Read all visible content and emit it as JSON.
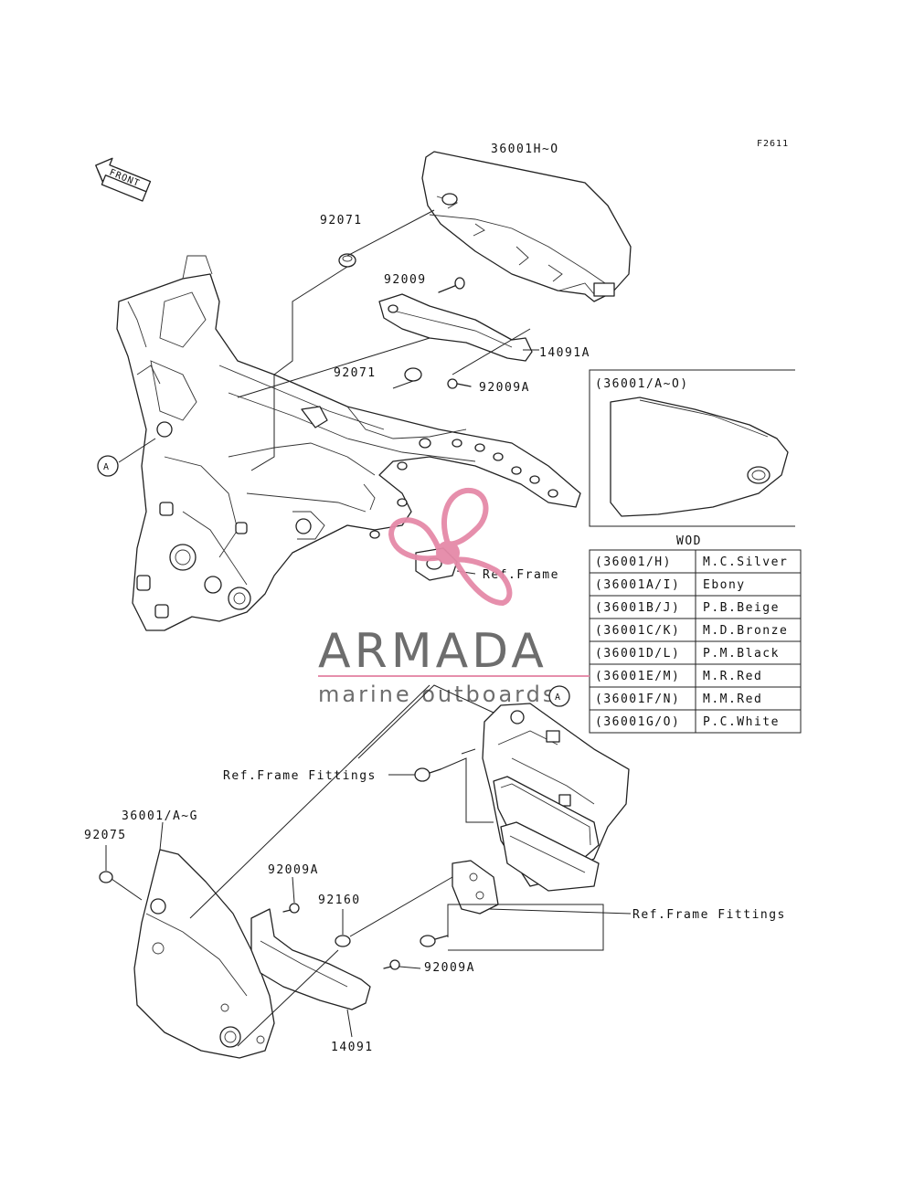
{
  "figure_code": "F2611",
  "front_marker": "FRONT",
  "circle_ref": "A",
  "labels": {
    "cover_top_part": "36001H~O",
    "bushing_upper": "92071",
    "bolt_upper": "92009",
    "bracket_upper": "14091A",
    "bushing_lower": "92071",
    "bolt_upper_a": "92009A",
    "ref_frame": "Ref.Frame",
    "ref_frame_fittings_left": "Ref.Frame Fittings",
    "cover_lower_part": "36001/A~G",
    "nut_lower": "92075",
    "bolt_lower_a_upper": "92009A",
    "collar": "92160",
    "bolt_lower_a_lower": "92009A",
    "bracket_lower": "14091",
    "ref_frame_fittings_right": "Ref.Frame Fittings"
  },
  "inset": {
    "title": "(36001/A~O)"
  },
  "color_table": {
    "header": "WOD",
    "rows": [
      {
        "code": "(36001/H)",
        "color": "M.C.Silver"
      },
      {
        "code": "(36001A/I)",
        "color": "Ebony"
      },
      {
        "code": "(36001B/J)",
        "color": "P.B.Beige"
      },
      {
        "code": "(36001C/K)",
        "color": "M.D.Bronze"
      },
      {
        "code": "(36001D/L)",
        "color": "P.M.Black"
      },
      {
        "code": "(36001E/M)",
        "color": "M.R.Red"
      },
      {
        "code": "(36001F/N)",
        "color": "M.M.Red"
      },
      {
        "code": "(36001G/O)",
        "color": "P.C.White"
      }
    ]
  },
  "watermark": {
    "brand": "ARMADA",
    "tagline": "marine outboards",
    "color_pink": "#e58aa8",
    "color_gray": "#666666"
  }
}
